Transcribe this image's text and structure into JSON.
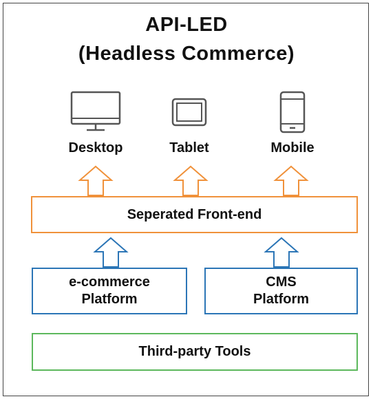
{
  "title": {
    "line1": "API-LED",
    "line2": "(Headless Commerce)"
  },
  "devices": [
    {
      "label": "Desktop",
      "icon": "desktop-icon"
    },
    {
      "label": "Tablet",
      "icon": "tablet-icon"
    },
    {
      "label": "Mobile",
      "icon": "mobile-icon"
    }
  ],
  "layers": {
    "frontend": "Seperated Front-end",
    "ecommerce": "e-commerce\nPlatform",
    "cms": "CMS\nPlatform",
    "tools": "Third-party Tools"
  },
  "colors": {
    "frontend_border": "#f0913a",
    "platform_border": "#2b75b6",
    "tools_border": "#5cb85c",
    "icon_stroke": "#555555"
  }
}
